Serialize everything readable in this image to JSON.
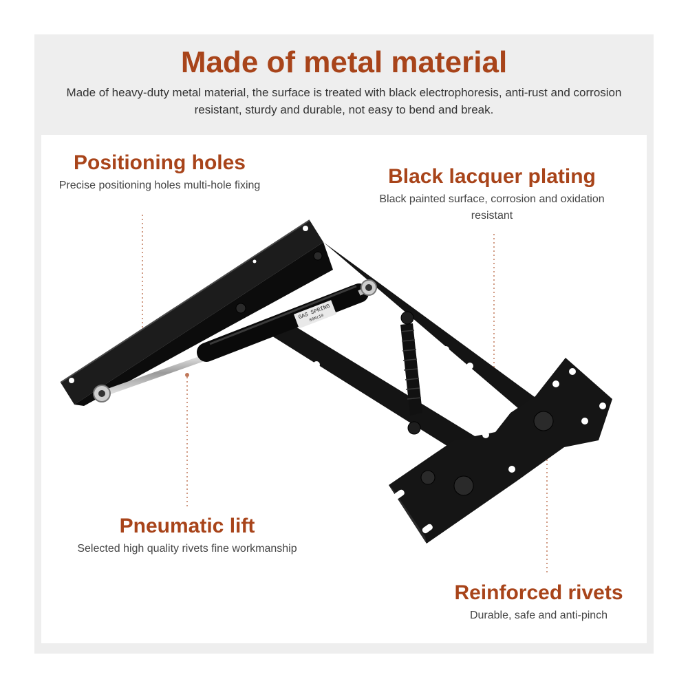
{
  "header": {
    "title": "Made of metal material",
    "subtitle": "Made of heavy-duty metal material, the surface is treated with black electrophoresis, anti-rust and corrosion resistant, sturdy and durable, not easy to bend and break."
  },
  "callouts": [
    {
      "title": "Positioning holes",
      "desc": "Precise positioning holes multi-hole fixing"
    },
    {
      "title": "Black lacquer plating",
      "desc": "Black painted surface, corrosion and oxidation resistant"
    },
    {
      "title": "Pneumatic lift",
      "desc": "Selected high quality rivets fine workmanship"
    },
    {
      "title": "Reinforced rivets",
      "desc": "Durable, safe and anti-pinch"
    }
  ],
  "product": {
    "strut_label": "GAS SPRING",
    "strut_sublabel": "80N±10"
  },
  "colors": {
    "accent": "#a8441a",
    "frame": "#eeeeee",
    "metal": "#151515",
    "leader_line": "#c0785a"
  }
}
